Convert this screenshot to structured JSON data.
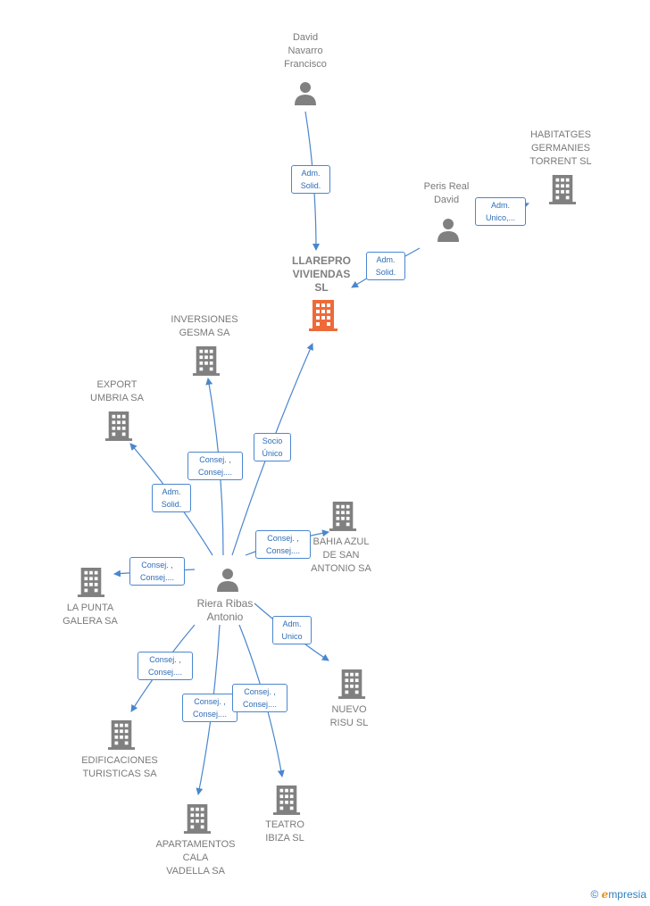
{
  "colors": {
    "edge": "#4a86cf",
    "node_icon": "#808080",
    "main_icon": "#ee6a39"
  },
  "nodes": {
    "llarepro": {
      "label": "LLAREPRO\nVIVIENDAS\nSL",
      "icon": "building-icon"
    },
    "david": {
      "label": "David\nNavarro\nFrancisco",
      "icon": "person-icon"
    },
    "peris": {
      "label": "Peris Real\nDavid",
      "icon": "person-icon"
    },
    "habitatges": {
      "label": "HABITATGES\nGERMANIES\nTORRENT  SL",
      "icon": "building-icon"
    },
    "inversiones": {
      "label": "INVERSIONES\nGESMA SA",
      "icon": "building-icon"
    },
    "export": {
      "label": "EXPORT\nUMBRIA SA",
      "icon": "building-icon"
    },
    "bahia": {
      "label": "BAHIA AZUL\nDE SAN\nANTONIO SA",
      "icon": "building-icon"
    },
    "riera": {
      "label": "Riera Ribas\nAntonio",
      "icon": "person-icon"
    },
    "lapunta": {
      "label": "LA PUNTA\nGALERA SA",
      "icon": "building-icon"
    },
    "nuevo": {
      "label": "NUEVO\nRISU  SL",
      "icon": "building-icon"
    },
    "edificaciones": {
      "label": "EDIFICACIONES\nTURISTICAS SA",
      "icon": "building-icon"
    },
    "teatro": {
      "label": "TEATRO\nIBIZA  SL",
      "icon": "building-icon"
    },
    "apartamentos": {
      "label": "APARTAMENTOS\nCALA\nVADELLA SA",
      "icon": "building-icon"
    }
  },
  "edges": {
    "david_llarepro": "Adm.\nSolid.",
    "peris_llarepro": "Adm.\nSolid.",
    "peris_habitatges": "Adm.\nUnico,...",
    "riera_llarepro": "Socio\nÚnico",
    "riera_inversiones": "Consej. ,\nConsej....",
    "riera_export": "Adm.\nSolid.",
    "riera_bahia": "Consej. ,\nConsej....",
    "riera_lapunta": "Consej. ,\nConsej....",
    "riera_nuevo": "Adm.\nUnico",
    "riera_edificaciones": "Consej. ,\nConsej....",
    "riera_apartamentos": "Consej. ,\nConsej....",
    "riera_teatro": "Consej. ,\nConsej...."
  },
  "footer": {
    "copyright": "©",
    "brand_initial": "e",
    "brand_rest": "mpresia"
  }
}
